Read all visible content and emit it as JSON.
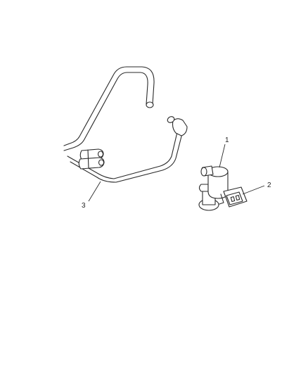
{
  "callouts": [
    {
      "number": "1"
    },
    {
      "number": "2"
    },
    {
      "number": "3"
    }
  ],
  "colors": {
    "line": "#2a2a2a",
    "background": "#ffffff"
  }
}
